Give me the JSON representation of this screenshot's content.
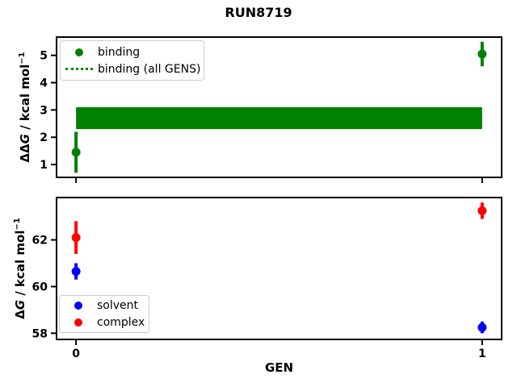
{
  "figure": {
    "title": "RUN8719",
    "background": "#ffffff",
    "axis_color": "#000000"
  },
  "chart_data": [
    {
      "type": "scatter",
      "subplot": "top",
      "ylabel": {
        "sym": "ΔΔ",
        "var": "G",
        "unit": " / kcal mol",
        "sup": "−1"
      },
      "xlabel": "",
      "xlim": [
        -0.05,
        1.05
      ],
      "ylim": [
        0.5,
        5.7
      ],
      "yticks": [
        1,
        2,
        3,
        4,
        5
      ],
      "xticks": [
        0,
        1
      ],
      "xticklabels": [
        "",
        ""
      ],
      "series": [
        {
          "name": "binding",
          "color": "#008000",
          "marker": "circle",
          "x": [
            0,
            1
          ],
          "y": [
            1.45,
            5.05
          ],
          "yerr": [
            0.75,
            0.45
          ]
        }
      ],
      "band": {
        "name": "binding (all GENS)",
        "color": "#008000",
        "line_style": "dotted",
        "x": [
          0,
          1
        ],
        "y_center": 2.7,
        "y_lo": 2.3,
        "y_hi": 3.1
      },
      "legend": {
        "position": "upper-left",
        "entries": [
          {
            "label": "binding",
            "marker": "circle",
            "color": "#008000"
          },
          {
            "label": "binding (all GENS)",
            "marker": "dotted-line",
            "color": "#008000"
          }
        ]
      }
    },
    {
      "type": "scatter",
      "subplot": "bottom",
      "ylabel": {
        "sym": "Δ",
        "var": "G",
        "unit": " / kcal mol",
        "sup": "−1"
      },
      "xlabel": "GEN",
      "xlim": [
        -0.05,
        1.05
      ],
      "ylim": [
        57.7,
        63.85
      ],
      "yticks": [
        58,
        60,
        62
      ],
      "xticks": [
        0,
        1
      ],
      "xticklabels": [
        "0",
        "1"
      ],
      "series": [
        {
          "name": "solvent",
          "color": "#0000ff",
          "marker": "circle",
          "x": [
            0,
            1
          ],
          "y": [
            60.65,
            58.25
          ],
          "yerr": [
            0.35,
            0.25
          ]
        },
        {
          "name": "complex",
          "color": "#ff0000",
          "marker": "circle",
          "x": [
            0,
            1
          ],
          "y": [
            62.1,
            63.25
          ],
          "yerr": [
            0.7,
            0.35
          ]
        }
      ],
      "legend": {
        "position": "lower-left",
        "entries": [
          {
            "label": "solvent",
            "marker": "circle",
            "color": "#0000ff"
          },
          {
            "label": "complex",
            "marker": "circle",
            "color": "#ff0000"
          }
        ]
      }
    }
  ]
}
